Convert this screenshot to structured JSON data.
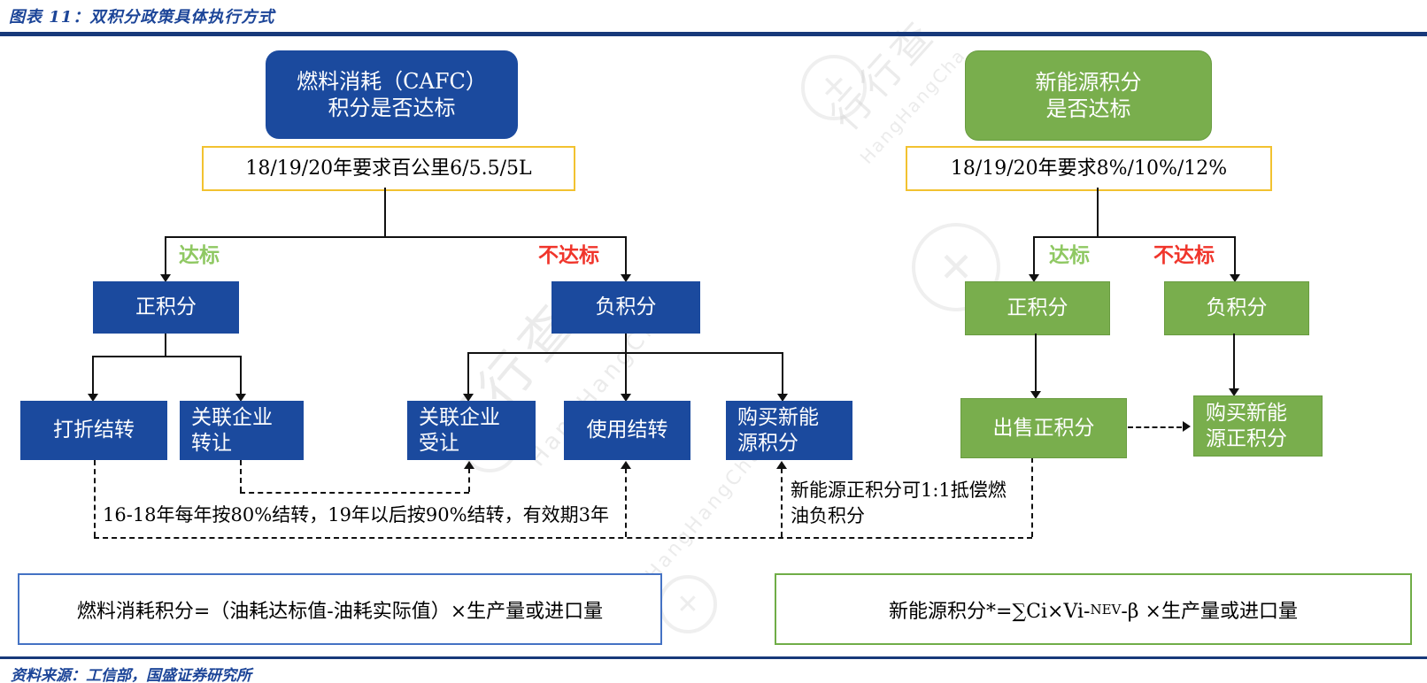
{
  "page": {
    "title": "图表 11：双积分政策具体执行方式",
    "source": "资料来源：工信部，国盛证券研究所"
  },
  "colors": {
    "blue_box": "#1b4a9e",
    "green_box": "#79ae4d",
    "yellow_border": "#f2c230",
    "pass_green": "#8fc862",
    "fail_red": "#f0352b",
    "rule_navy": "#17397a",
    "formula_blue_border": "#4472c4",
    "formula_green_border": "#70ad47"
  },
  "watermark": {
    "cn": "行行查",
    "en": "HangHangCha",
    "logo_icon": "circle-compass-icon"
  },
  "cafc": {
    "root_line1": "燃料消耗（CAFC）",
    "root_line2": "积分是否达标",
    "requirement": "18/19/20年要求百公里6/5.5/5L",
    "pass_label": "达标",
    "fail_label": "不达标",
    "positive_label": "正积分",
    "negative_label": "负积分",
    "discount_carryover": "打折结转",
    "affiliate_transfer_line1": "关联企业",
    "affiliate_transfer_line2": "转让",
    "affiliate_receive_line1": "关联企业",
    "affiliate_receive_line2": "受让",
    "use_carryover": "使用结转",
    "buy_nev_line1": "购买新能",
    "buy_nev_line2": "源积分",
    "carryover_note": "16-18年每年按80%结转，19年以后按90%结转，有效期3年",
    "formula": "燃料消耗积分=（油耗达标值-油耗实际值）×生产量或进口量"
  },
  "nev": {
    "root_line1": "新能源积分",
    "root_line2": "是否达标",
    "requirement": "18/19/20年要求8%/10%/12%",
    "pass_label": "达标",
    "fail_label": "不达标",
    "positive_label": "正积分",
    "negative_label": "负积分",
    "sell_positive": "出售正积分",
    "buy_line1": "购买新能",
    "buy_line2": "源正积分",
    "offset_note_line1": "新能源正积分可1:1抵偿燃",
    "offset_note_line2": "油负积分",
    "formula_pre": "新能源积分*=∑Ci×Vi-",
    "formula_sub": "NEV",
    "formula_post": "-β ×生产量或进口量"
  }
}
